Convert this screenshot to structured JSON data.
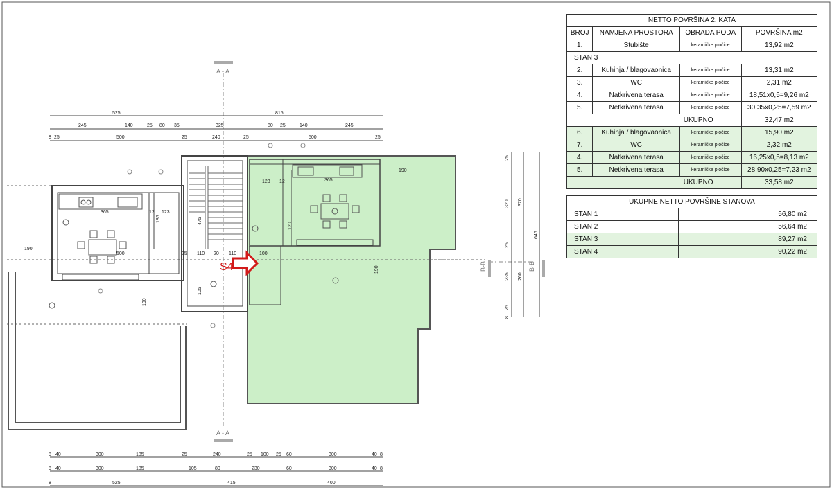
{
  "colors": {
    "terrace_fill": "#ccefc8",
    "highlight_row": "#e2f3df",
    "arrow": "#d21a1a",
    "line": "#333333"
  },
  "plan": {
    "section_labels": {
      "aa_top": "A - A",
      "aa_bottom": "A - A",
      "bb_left": "B-B",
      "bb_right": "B-B"
    },
    "marker": "S4",
    "dims_top_1": [
      "525",
      "815"
    ],
    "dims_top_2": [
      "245",
      "140",
      "25",
      "80",
      "35",
      "325",
      "80",
      "25",
      "140",
      "245"
    ],
    "dims_top_3": [
      "8",
      "25",
      "500",
      "25",
      "240",
      "25",
      "500",
      "25"
    ],
    "dims_bottom_1": [
      "8",
      "40",
      "300",
      "185",
      "25",
      "240",
      "25",
      "100",
      "25",
      "60",
      "300",
      "40",
      "8"
    ],
    "dims_bottom_2": [
      "8",
      "40",
      "300",
      "185",
      "105",
      "80",
      "230",
      "60",
      "300",
      "40",
      "8"
    ],
    "dims_bottom_3": [
      "8",
      "525",
      "415",
      "400"
    ],
    "dims_right": [
      "25",
      "320",
      "25",
      "235",
      "25",
      "8",
      "370",
      "260",
      "646"
    ],
    "inner_dims": [
      "365",
      "12",
      "123",
      "365",
      "190",
      "190",
      "123",
      "12",
      "185",
      "475",
      "500",
      "190",
      "25",
      "110",
      "20",
      "110",
      "100",
      "120",
      "190",
      "105"
    ]
  },
  "table1": {
    "title": "NETTO POVRŠINA  2. KATA",
    "headers": [
      "BROJ",
      "NAMJENA PROSTORA",
      "OBRADA PODA",
      "POVRŠINA m2"
    ],
    "row_stub": {
      "num": "1.",
      "name": "Stubište",
      "floor": "keramičke pločice",
      "area": "13,92 m2"
    },
    "section": "STAN 3",
    "stan3": [
      {
        "num": "2.",
        "name": "Kuhinja / blagovaonica",
        "floor": "keramičke pločice",
        "area": "13,31 m2"
      },
      {
        "num": "3.",
        "name": "WC",
        "floor": "keramičke pločice",
        "area": "2,31 m2"
      },
      {
        "num": "4.",
        "name": "Natkrivena terasa",
        "floor": "keramičke pločice",
        "area": "18,51x0,5=9,26 m2"
      },
      {
        "num": "5.",
        "name": "Netkrivena terasa",
        "floor": "keramičke pločice",
        "area": "30,35x0,25=7,59 m2"
      }
    ],
    "total1": {
      "label": "UKUPNO",
      "value": "32,47 m2"
    },
    "stan4": [
      {
        "num": "6.",
        "name": "Kuhinja / blagovaonica",
        "floor": "keramičke pločice",
        "area": "15,90 m2"
      },
      {
        "num": "7.",
        "name": "WC",
        "floor": "keramičke pločice",
        "area": "2,32 m2"
      },
      {
        "num": "4.",
        "name": "Natkrivena terasa",
        "floor": "keramičke pločice",
        "area": "16,25x0,5=8,13 m2"
      },
      {
        "num": "5.",
        "name": "Netkrivena terasa",
        "floor": "keramičke pločice",
        "area": "28,90x0,25=7,23 m2"
      }
    ],
    "total2": {
      "label": "UKUPNO",
      "value": "33,58 m2"
    }
  },
  "table2": {
    "title": "UKUPNE NETTO POVRŠINE STANOVA",
    "rows": [
      {
        "name": "STAN 1",
        "area": "56,80 m2"
      },
      {
        "name": "STAN 2",
        "area": "56,64 m2"
      },
      {
        "name": "STAN 3",
        "area": "89,27 m2"
      },
      {
        "name": "STAN 4",
        "area": "90,22 m2"
      }
    ]
  }
}
